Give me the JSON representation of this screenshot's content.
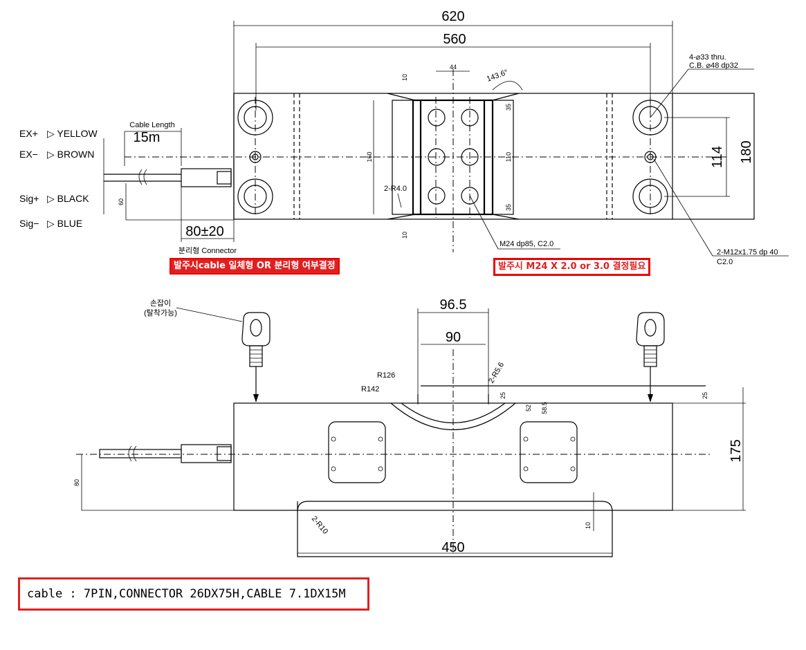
{
  "top_view": {
    "dim_620": "620",
    "dim_560": "560",
    "dim_180": "180",
    "dim_114": "114",
    "dim_160": "160",
    "dim_110": "110",
    "dim_44": "44",
    "dim_10a": "10",
    "dim_10b": "10",
    "dim_35a": "35",
    "dim_35b": "35",
    "dim_60": "60",
    "angle": "143.6°",
    "hole_note_1": "4-⌀33 thru.",
    "hole_note_2": "C.B. ⌀48 dp32",
    "radius_note": "2-R4.0",
    "m24_note": "M24 dp85, C2.0",
    "m12_note_1": "2-M12x1.75 dp 40",
    "m12_note_2": "C2.0",
    "cable_length_label": "Cable Length",
    "cable_length_value": "15m",
    "connector_dim": "80±20",
    "connector_label": "분리형 Connector",
    "wires": [
      {
        "pin": "EX+",
        "color": "▷ YELLOW"
      },
      {
        "pin": "EX−",
        "color": "▷ BROWN"
      },
      {
        "pin": "Sig+",
        "color": "▷ BLACK"
      },
      {
        "pin": "Sig−",
        "color": "▷ BLUE"
      }
    ]
  },
  "notes": {
    "cable_note": "발주시cable 일체형 OR 분리형 여부결정",
    "m24_decision": "발주시 M24 X 2.0 or 3.0 결정필요"
  },
  "front_view": {
    "dim_96_5": "96.5",
    "dim_90": "90",
    "dim_175": "175",
    "dim_450": "450",
    "dim_80": "80",
    "dim_25a": "25",
    "dim_25b": "25",
    "dim_52": "52",
    "dim_58_5": "58.5",
    "dim_10": "10",
    "r126": "R126",
    "r142": "R142",
    "r5_6": "2-R5.6",
    "r10": "2-R10",
    "eyebolt_label_1": "손잡이",
    "eyebolt_label_2": "(탈착가능)"
  },
  "spec": "cable : 7PIN,CONNECTOR 26DX75H,CABLE 7.1DX15M"
}
